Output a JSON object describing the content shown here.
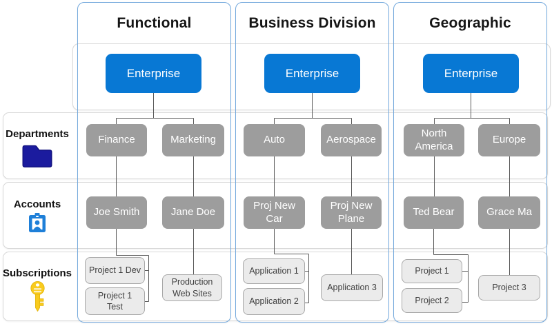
{
  "rows": [
    {
      "label": "Departments",
      "icon": "folder-icon"
    },
    {
      "label": "Accounts",
      "icon": "account-badge-icon"
    },
    {
      "label": "Subscriptions",
      "icon": "key-icon"
    }
  ],
  "columns": [
    {
      "title": "Functional",
      "enterprise": "Enterprise",
      "departments": [
        "Finance",
        "Marketing"
      ],
      "accounts": [
        "Joe Smith",
        "Jane Doe"
      ],
      "subscriptions": [
        "Project 1 Dev",
        "Project 1\nTest",
        "Production\nWeb Sites"
      ]
    },
    {
      "title": "Business Division",
      "enterprise": "Enterprise",
      "departments": [
        "Auto",
        "Aerospace"
      ],
      "accounts": [
        "Proj New\nCar",
        "Proj New\nPlane"
      ],
      "subscriptions": [
        "Application 1",
        "Application 2",
        "Application 3"
      ]
    },
    {
      "title": "Geographic",
      "enterprise": "Enterprise",
      "departments": [
        "North\nAmerica",
        "Europe"
      ],
      "accounts": [
        "Ted Bear",
        "Grace Ma"
      ],
      "subscriptions": [
        "Project 1",
        "Project 2",
        "Project 3"
      ]
    }
  ],
  "colors": {
    "enterprise_blue": "#0878D4",
    "node_gray": "#9D9D9D",
    "subscription_fill": "#EBEBEB",
    "subscription_border": "#A8A8A8",
    "column_border": "#74A9DD",
    "band_border": "#D8D8D8",
    "connector": "#595959",
    "folder_navy": "#1B1B9E",
    "badge_blue": "#1E7FD8",
    "key_yellow": "#F9CB1D"
  }
}
